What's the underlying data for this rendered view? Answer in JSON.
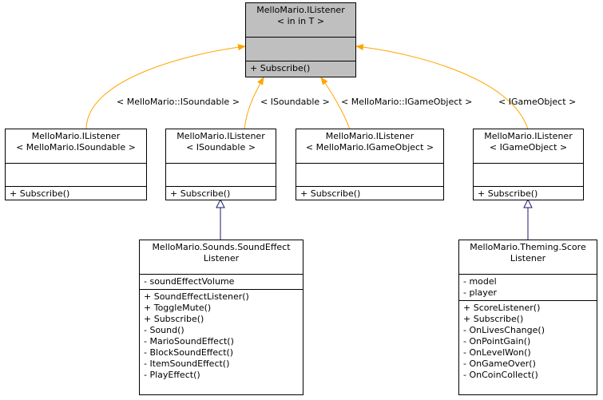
{
  "root": {
    "title": [
      "MelloMario.IListener",
      "< in in T >"
    ],
    "attributes": [],
    "methods": [
      "+ Subscribe()"
    ]
  },
  "listeners": [
    {
      "title": [
        "MelloMario.IListener",
        "< MelloMario.ISoundable >"
      ],
      "attributes": [],
      "methods": [
        "+ Subscribe()"
      ],
      "edge_label": "< MelloMario::ISoundable >"
    },
    {
      "title": [
        "MelloMario.IListener",
        "< ISoundable >"
      ],
      "attributes": [],
      "methods": [
        "+ Subscribe()"
      ],
      "edge_label": "< ISoundable >"
    },
    {
      "title": [
        "MelloMario.IListener",
        "< MelloMario.IGameObject >"
      ],
      "attributes": [],
      "methods": [
        "+ Subscribe()"
      ],
      "edge_label": "< MelloMario::IGameObject >"
    },
    {
      "title": [
        "MelloMario.IListener",
        "< IGameObject >"
      ],
      "attributes": [],
      "methods": [
        "+ Subscribe()"
      ],
      "edge_label": "< IGameObject >"
    }
  ],
  "sound_effect_listener": {
    "title": [
      "MelloMario.Sounds.SoundEffect",
      "Listener"
    ],
    "attributes": [
      "- soundEffectVolume"
    ],
    "methods": [
      "+ SoundEffectListener()",
      "+ ToggleMute()",
      "+ Subscribe()",
      "- Sound()",
      "- MarioSoundEffect()",
      "- BlockSoundEffect()",
      "- ItemSoundEffect()",
      "- PlayEffect()"
    ]
  },
  "score_listener": {
    "title": [
      "MelloMario.Theming.Score",
      "Listener"
    ],
    "attributes": [
      "- model",
      "- player"
    ],
    "methods": [
      "+ ScoreListener()",
      "+ Subscribe()",
      "- OnLivesChange()",
      "- OnPointGain()",
      "- OnLevelWon()",
      "- OnGameOver()",
      "- OnCoinCollect()"
    ]
  },
  "colors": {
    "template_edge": "#ffa500",
    "inheritance_edge": "#191970",
    "root_fill": "#bfbfbf",
    "border": "#000000"
  }
}
